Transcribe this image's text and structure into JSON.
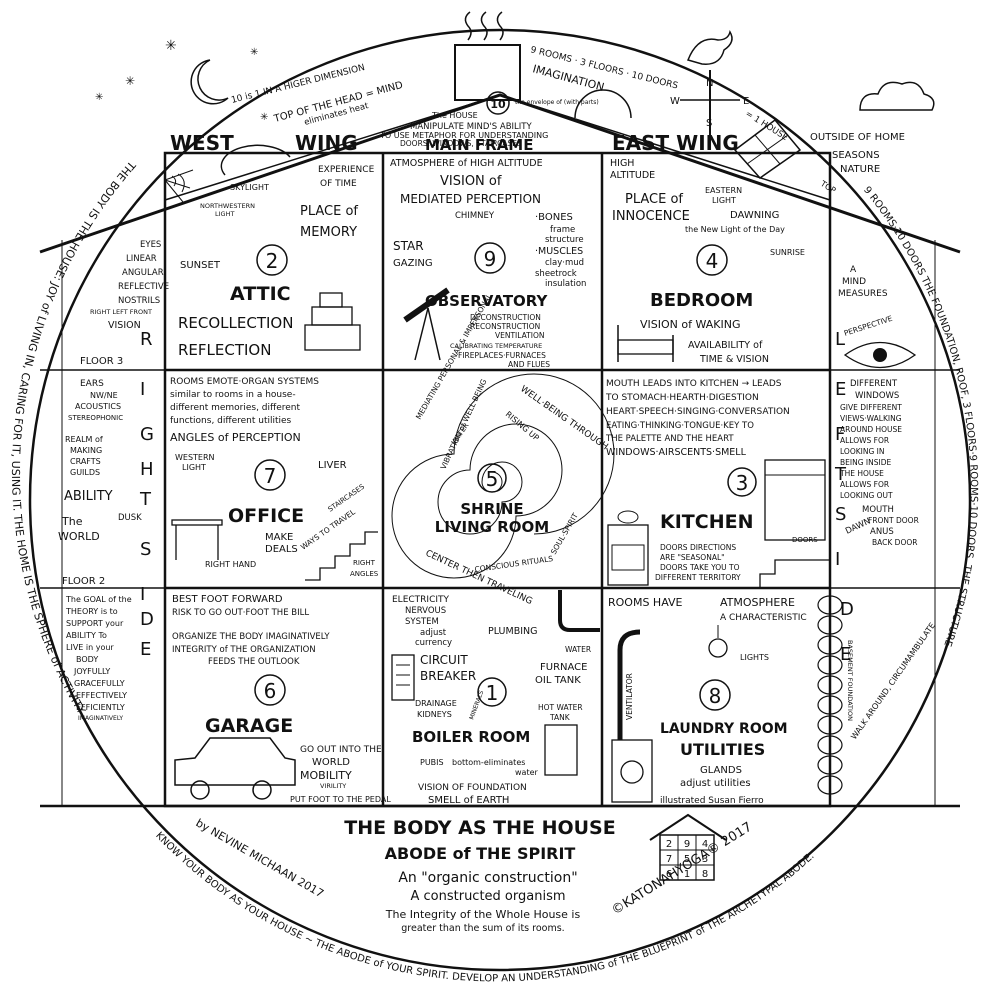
{
  "roof": {
    "west_wing": "WEST",
    "wing": "WING",
    "main_frame": "MAIN FRAME",
    "east_wing": "EAST WING",
    "chimney_num": "10",
    "house_envelope": "The HOUSE",
    "envelope_note": "the envelope of (with parts)",
    "manipulate": "MANIPULATE MIND'S ABILITY",
    "metaphor": "TO USE METAPHOR FOR UNDERSTANDING",
    "doors_windows": "DOORS, WINDOWS, STAIRCASES",
    "ten_is_one": "10 is 1 IN A HIGER DIMENSION",
    "top_head": "TOP OF THE HEAD = MIND",
    "eliminates_heat": "eliminates heat",
    "nine_rooms": "9 ROOMS · 3 FLOORS · 10 DOORS",
    "imagination": "IMAGINATION",
    "outside_home": "OUTSIDE OF HOME",
    "seasons": "SEASONS",
    "nature": "NATURE",
    "one_house": "= 1 HOUSE",
    "top": "TOP"
  },
  "rooms": [
    {
      "num": "2",
      "name": "ATTIC",
      "lines": [
        "SKYLIGHT",
        "EXPERIENCE",
        "OF TIME",
        "NORTHWESTERN",
        "LIGHT",
        "PLACE of",
        "MEMORY",
        "SUNSET",
        "RECOLLECTION",
        "REFLECTION"
      ]
    },
    {
      "num": "9",
      "name": "OBSERVATORY",
      "lines": [
        "ATMOSPHERE of HIGH ALTITUDE",
        "VISION of",
        "MEDIATED PERCEPTION",
        "CHIMNEY",
        "·BONES",
        "frame",
        "structure",
        "·MUSCLES",
        "clay·mud",
        "sheetrock",
        "insulation",
        "STAR",
        "GAZING",
        "DECONSTRUCTION",
        "RECONSTRUCTION",
        "VENTILATION",
        "CALIBRATING TEMPERATURE",
        "FIREPLACES·FURNACES",
        "AND FLUES"
      ]
    },
    {
      "num": "4",
      "name": "BEDROOM",
      "lines": [
        "HIGH",
        "ALTITUDE",
        "PLACE of",
        "INNOCENCE",
        "EASTERN",
        "LIGHT",
        "DAWNING",
        "the New Light of the Day",
        "SUNRISE",
        "VISION of WAKING",
        "AVAILABILITY of",
        "TIME & VISION"
      ]
    },
    {
      "num": "7",
      "name": "OFFICE",
      "lines": [
        "ROOMS EMOTE·ORGAN SYSTEMS",
        "similar to rooms in a house-",
        "different memories, different",
        "functions, different utilities",
        "ANGLES of PERCEPTION",
        "WESTERN",
        "LIGHT",
        "LIVER",
        "MAKE",
        "DEALS",
        "RIGHT HAND",
        "WAYS TO TRAVEL",
        "STAIRCASES",
        "RIGHT",
        "ANGLES"
      ]
    },
    {
      "num": "5",
      "name": "SHRINE",
      "name2": "LIVING ROOM",
      "spiral": [
        "MEDIATING PERSONAL & IMPERSONAL",
        "WELL·BEING THROUGH",
        "VIBRATION of WELL·BEING",
        "RISING UP",
        "CENTER THEN TRAVELING",
        "CONSCIOUS RITUALS",
        "SOUL·SPIRIT",
        "WATER"
      ]
    },
    {
      "num": "3",
      "name": "KITCHEN",
      "lines": [
        "MOUTH LEADS INTO KITCHEN → LEADS",
        "TO STOMACH·HEARTH·DIGESTION",
        "HEART·SPEECH·SINGING·CONVERSATION",
        "EATING·THINKING·TONGUE·KEY TO",
        "THE PALETTE AND THE HEART",
        "WINDOWS·AIRSCENTS·SMELL",
        "DOORS DIRECTIONS",
        "ARE \"SEASONAL\"",
        "DOORS TAKE YOU TO",
        "DIFFERENT TERRITORY",
        "DOORS"
      ]
    },
    {
      "num": "6",
      "name": "GARAGE",
      "lines": [
        "BEST FOOT FORWARD",
        "RISK TO GO OUT·FOOT THE BILL",
        "ORGANIZE THE BODY IMAGINATIVELY",
        "INTEGRITY of THE ORGANIZATION",
        "FEEDS THE OUTLOOK",
        "GO OUT INTO THE",
        "WORLD",
        "MOBILITY",
        "VIRILITY",
        "PUT FOOT TO THE PEDAL"
      ]
    },
    {
      "num": "1",
      "name": "BOILER ROOM",
      "lines": [
        "ELECTRICITY",
        "NERVOUS",
        "SYSTEM",
        "adjust",
        "currency",
        "CIRCUIT",
        "BREAKER",
        "PLUMBING",
        "WATER",
        "FURNACE",
        "OIL TANK",
        "DRAINAGE",
        "KIDNEYS",
        "MINERALS",
        "HOT WATER",
        "TANK",
        "PUBIS",
        "bottom-eliminates",
        "water",
        "VISION OF FOUNDATION",
        "SMELL of EARTH"
      ]
    },
    {
      "num": "8",
      "name": "LAUNDRY ROOM",
      "name2": "UTILITIES",
      "lines": [
        "ROOMS HAVE",
        "ATMOSPHERE",
        "A CHARACTERISTIC",
        "LIGHTS",
        "VENTILATOR",
        "GLANDS",
        "adjust utilities",
        "illustrated Susan Fierro"
      ]
    }
  ],
  "west_side": {
    "eyes": [
      "EYES",
      "LINEAR",
      "ANGULAR",
      "REFLECTIVE",
      "NOSTRILS",
      "RIGHT LEFT FRONT",
      "VISION"
    ],
    "floor3": "FLOOR 3",
    "ears": [
      "EARS",
      "NW/NE",
      "ACOUSTICS",
      "STEREOPHONIC"
    ],
    "realm": [
      "REALM of",
      "MAKING",
      "CRAFTS",
      "GUILDS"
    ],
    "ability": "ABILITY",
    "the_world": [
      "The",
      "WORLD"
    ],
    "dusk": "DUSK",
    "floor2": "FLOOR 2",
    "goal": [
      "The GOAL of the",
      "THEORY is to",
      "SUPPORT your",
      "ABILITY To",
      "LIVE in your",
      "BODY",
      "JOYFULLY",
      "GRACEFULLY",
      "EFFECTIVELY",
      "EFFICIENTLY",
      "IMAGINATIVELY"
    ],
    "right_letters": [
      "R",
      "I",
      "G",
      "H",
      "T",
      "S",
      "I",
      "D",
      "E"
    ]
  },
  "east_side": {
    "measures": [
      "A",
      "MIND",
      "MEASURES"
    ],
    "perspective": "PERSPECTIVE",
    "windows": [
      "DIFFERENT",
      "WINDOWS",
      "GIVE DIFFERENT",
      "VIEWS·WALKING",
      "AROUND HOUSE",
      "ALLOWS FOR",
      "LOOKING IN",
      "BEING INSIDE",
      "THE HOUSE",
      "ALLOWS FOR",
      "LOOKING OUT"
    ],
    "mouth": [
      "MOUTH",
      "FRONT DOOR",
      "ANUS",
      "BACK DOOR"
    ],
    "dawn": "DAWN",
    "left_letters": [
      "L",
      "E",
      "F",
      "T",
      "S",
      "I",
      "D",
      "E"
    ],
    "basement": "BASEMENT FOUNDATION",
    "walk": "WALK AROUND, CIRCUMAMBULATE"
  },
  "circle_text": {
    "left_arc": "THE BODY IS THE HOUSE: JOY of LIVING IN, CARING FOR IT, USING IT. THE HOME IS THE SPHERE of ACTIVITY",
    "right_arc": "9 ROOMS·10 DOORS THE FOUNDATION, ROOF, 3 FLOORS·9 ROOMS·10 DOORS. THE STRUCTURE",
    "bottom_arc": "KNOW YOUR BODY AS YOUR HOUSE ~ THE ABODE of YOUR SPIRIT. DEVELOP AN UNDERSTANDING of THE BLUEPRINT of THE ARCHETYPAL ABODE."
  },
  "footer": {
    "title1": "THE BODY AS THE HOUSE",
    "title2": "ABODE of THE SPIRIT",
    "line1": "An \"organic construction\"",
    "line2": "A constructed organism",
    "line3": "The Integrity of the Whole House is",
    "line4": "greater than the sum of its rooms.",
    "by": "by NEVINE MICHAAN 2017",
    "copyright": "©KATONAHYOGA® 2017",
    "magic_square": [
      "2",
      "9",
      "4",
      "7",
      "5",
      "3",
      "6",
      "1",
      "8"
    ],
    "compass": [
      "N",
      "W",
      "E",
      "S"
    ]
  }
}
